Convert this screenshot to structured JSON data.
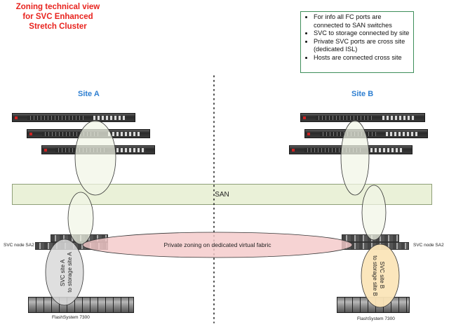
{
  "title_lines": [
    "Zoning technical view",
    "for SVC Enhanced",
    "Stretch Cluster"
  ],
  "notes": [
    "For info all FC ports are connected to SAN switches",
    "SVC to storage connected by site",
    "Private SVC ports are cross site (dedicated ISL)",
    "Hosts are connected cross site"
  ],
  "site_a": {
    "label": "Site A",
    "svc_node_label": "SVC node SA2",
    "storage_zone_label": "SVC site A to storage site A",
    "storage_label": "FlashSystem 7300"
  },
  "site_b": {
    "label": "Site B",
    "svc_node_label": "SVC node SA2",
    "storage_zone_label": "SVC site B to storage site B",
    "storage_label": "FlashSystem 7300"
  },
  "san_label": "SAN",
  "private_zone_label": "Private zoning on dedicated virtual fabric",
  "colors": {
    "title": "#e8231e",
    "site_label": "#2e7fd1",
    "san_fill": "#eaf1d8",
    "host_zone_fill": "#f1f5e6",
    "private_zone_fill": "#f4c9c9",
    "site_a_storage_zone_fill": "#d9d9d9",
    "site_b_storage_zone_fill": "#fbe5b8",
    "note_border": "#3e8e5a"
  }
}
